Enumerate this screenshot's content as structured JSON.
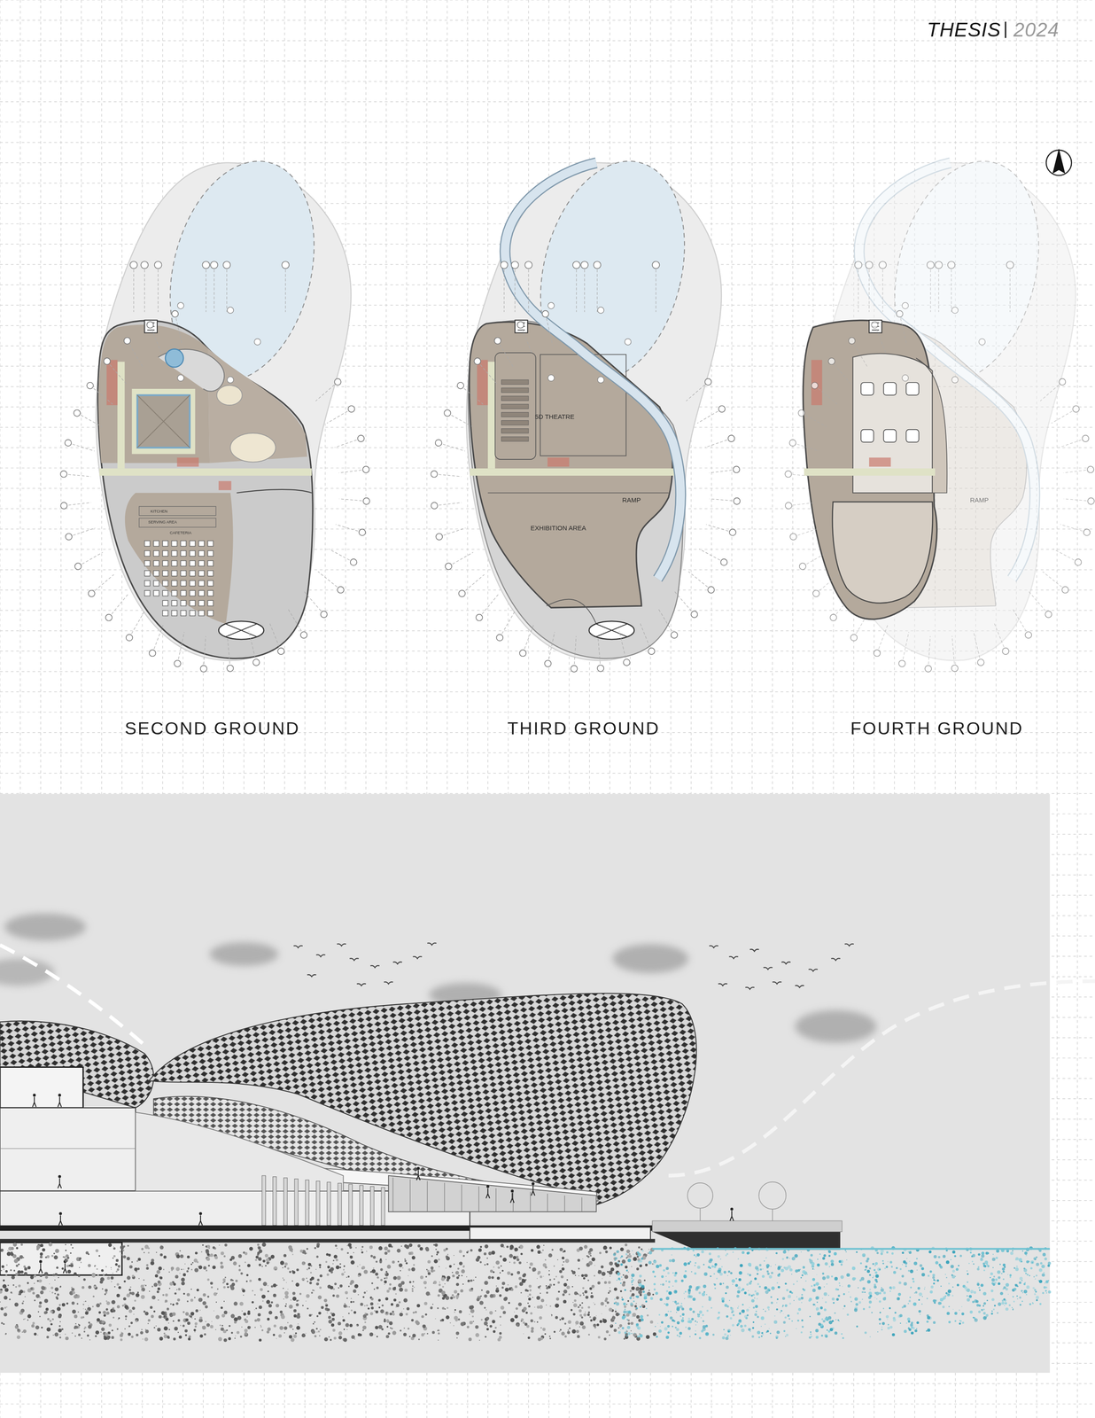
{
  "diagram": {
    "labels": [
      "THESIS",
      "2024",
      "KITCHEN",
      "SERVING AREA",
      "CAFETERIA",
      "5D THEATRE",
      "EXHIBITION AREA",
      "RAMP",
      "RAMP",
      "SECOND GROUND",
      "THIRD GROUND",
      "FOURTH GROUND"
    ]
  }
}
